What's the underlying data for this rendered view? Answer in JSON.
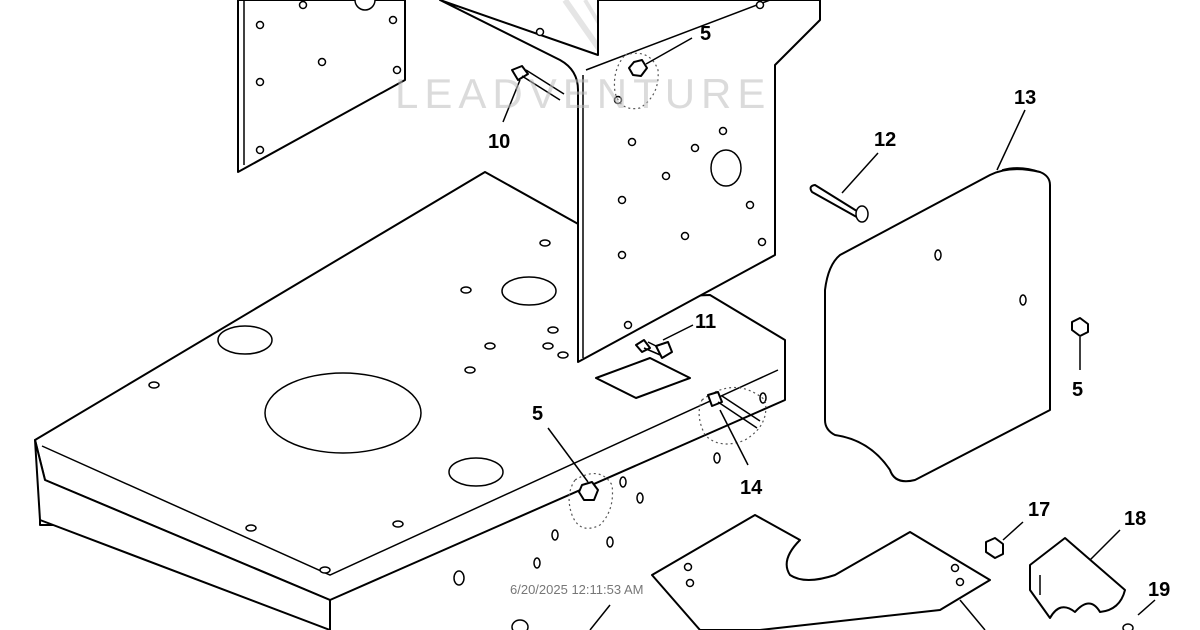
{
  "watermark": {
    "brand": "LEADVENTURE",
    "timestamp": "6/20/2025 12:11:53 AM"
  },
  "callouts": [
    {
      "id": "5a",
      "label": "5"
    },
    {
      "id": "10",
      "label": "10"
    },
    {
      "id": "13",
      "label": "13"
    },
    {
      "id": "12",
      "label": "12"
    },
    {
      "id": "5b",
      "label": "5"
    },
    {
      "id": "11",
      "label": "11"
    },
    {
      "id": "5c",
      "label": "5"
    },
    {
      "id": "14",
      "label": "14"
    },
    {
      "id": "17",
      "label": "17"
    },
    {
      "id": "18",
      "label": "18"
    },
    {
      "id": "19",
      "label": "19"
    }
  ]
}
